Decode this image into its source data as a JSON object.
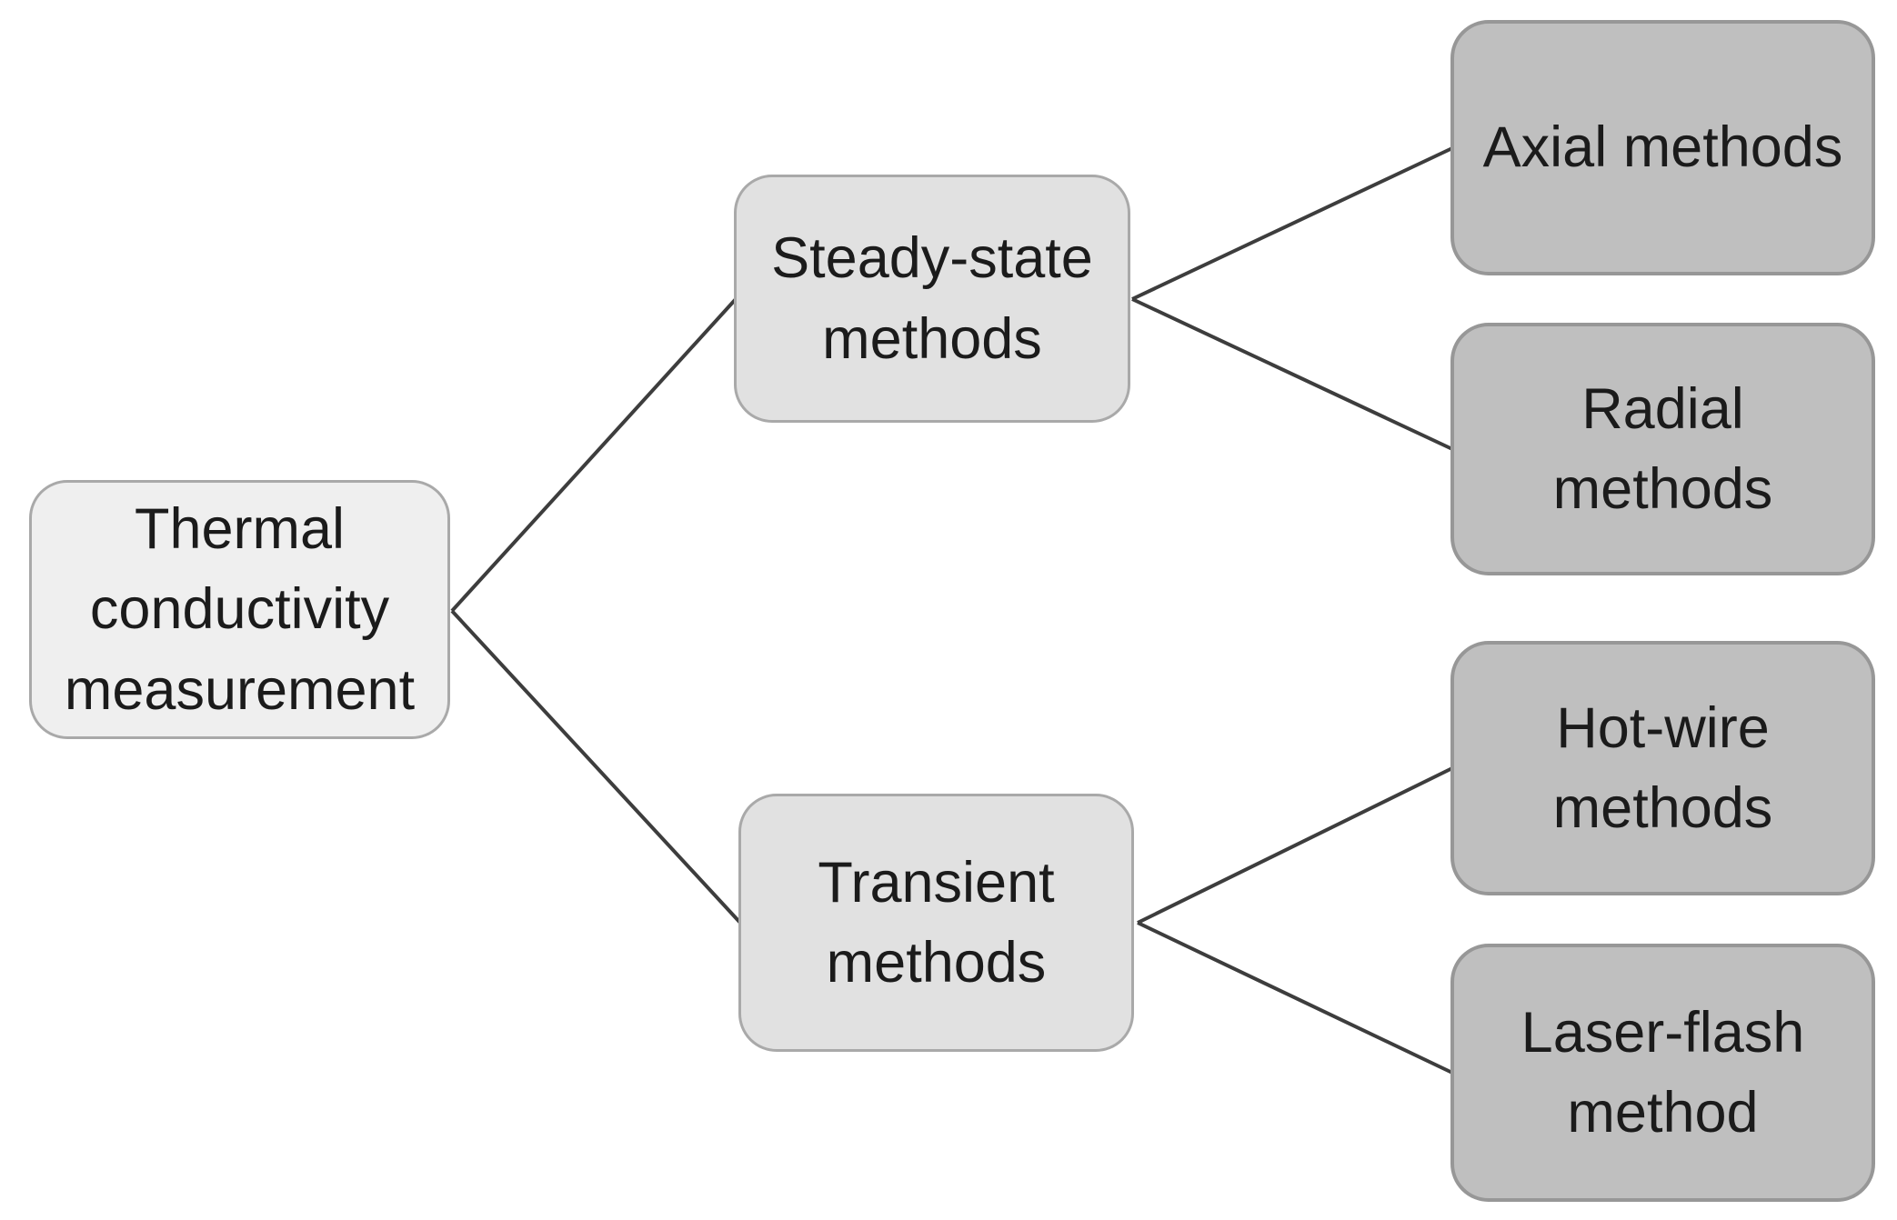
{
  "diagram": {
    "type": "tree",
    "orientation": "left-to-right",
    "tree": {
      "root": {
        "id": "thermal-conductivity-measurement",
        "label": "Thermal conductivity measurement",
        "children": [
          {
            "id": "steady-state-methods",
            "label": "Steady-state methods",
            "children": [
              {
                "id": "axial-methods",
                "label": "Axial methods"
              },
              {
                "id": "radial-methods",
                "label": "Radial methods"
              }
            ]
          },
          {
            "id": "transient-methods",
            "label": "Transient methods",
            "children": [
              {
                "id": "hot-wire-methods",
                "label": "Hot-wire methods"
              },
              {
                "id": "laser-flash-method",
                "label": "Laser-flash method"
              }
            ]
          }
        ]
      }
    }
  },
  "colors": {
    "background_color": "#ffffff",
    "level1_fill": "#efefef",
    "level2_fill": "#e1e1e1",
    "level3_fill": "#bfbfbf",
    "light_border": "#a9a9a9",
    "dark_border": "#979797",
    "connector_color": "#3d3d3d",
    "text_color": "#1b1b1b"
  }
}
